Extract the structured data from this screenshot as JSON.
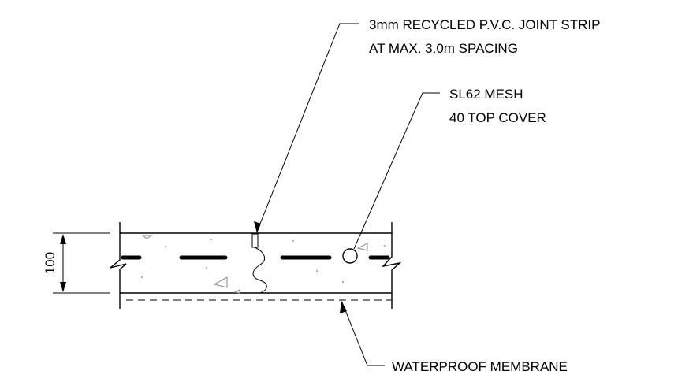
{
  "labels": {
    "joint_strip_line1": "3mm RECYCLED P.V.C. JOINT STRIP",
    "joint_strip_line2": "AT MAX. 3.0m SPACING",
    "mesh_line1": "SL62 MESH",
    "mesh_line2": "40 TOP  COVER",
    "membrane": "WATERPROOF MEMBRANE",
    "thickness": "100"
  }
}
